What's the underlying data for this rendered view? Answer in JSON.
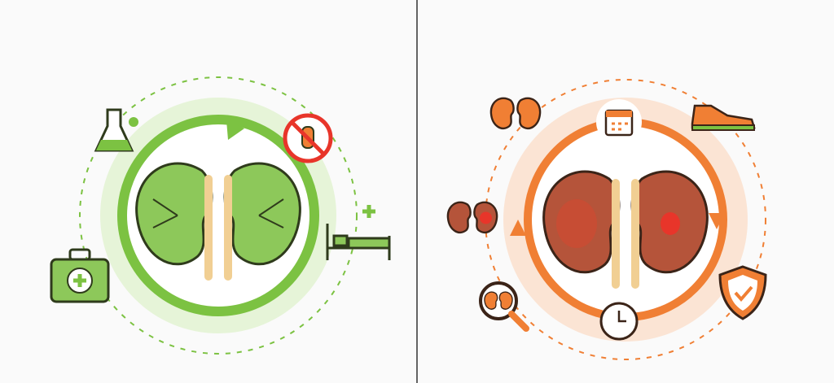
{
  "panels": [
    {
      "id": "left",
      "theme": "healthy-kidney-cycle",
      "colors": {
        "accent": "#7cc242",
        "halo": "#e3f2d3",
        "kidney": "#8dc85a",
        "outline": "#2f3b1c",
        "ureter": "#f1cf93"
      },
      "icons": [
        "flask-icon",
        "no-drinking-icon",
        "hospital-bed-icon",
        "medical-kit-icon",
        "kidneys-icon",
        "cycle-arrow-icon"
      ]
    },
    {
      "id": "right",
      "theme": "damaged-kidney-cycle",
      "colors": {
        "accent": "#f07f34",
        "halo": "#fbe4d4",
        "kidney": "#b5543a",
        "inflammation": "#e8352a",
        "outline": "#3b2418",
        "ureter": "#f1cf93"
      },
      "icons": [
        "kidneys-icon",
        "calendar-icon",
        "sneaker-icon",
        "inflamed-kidney-icon",
        "magnifier-kidney-icon",
        "clock-icon",
        "shield-check-icon",
        "cycle-arrow-icon"
      ]
    }
  ],
  "divider_color": "#333333"
}
